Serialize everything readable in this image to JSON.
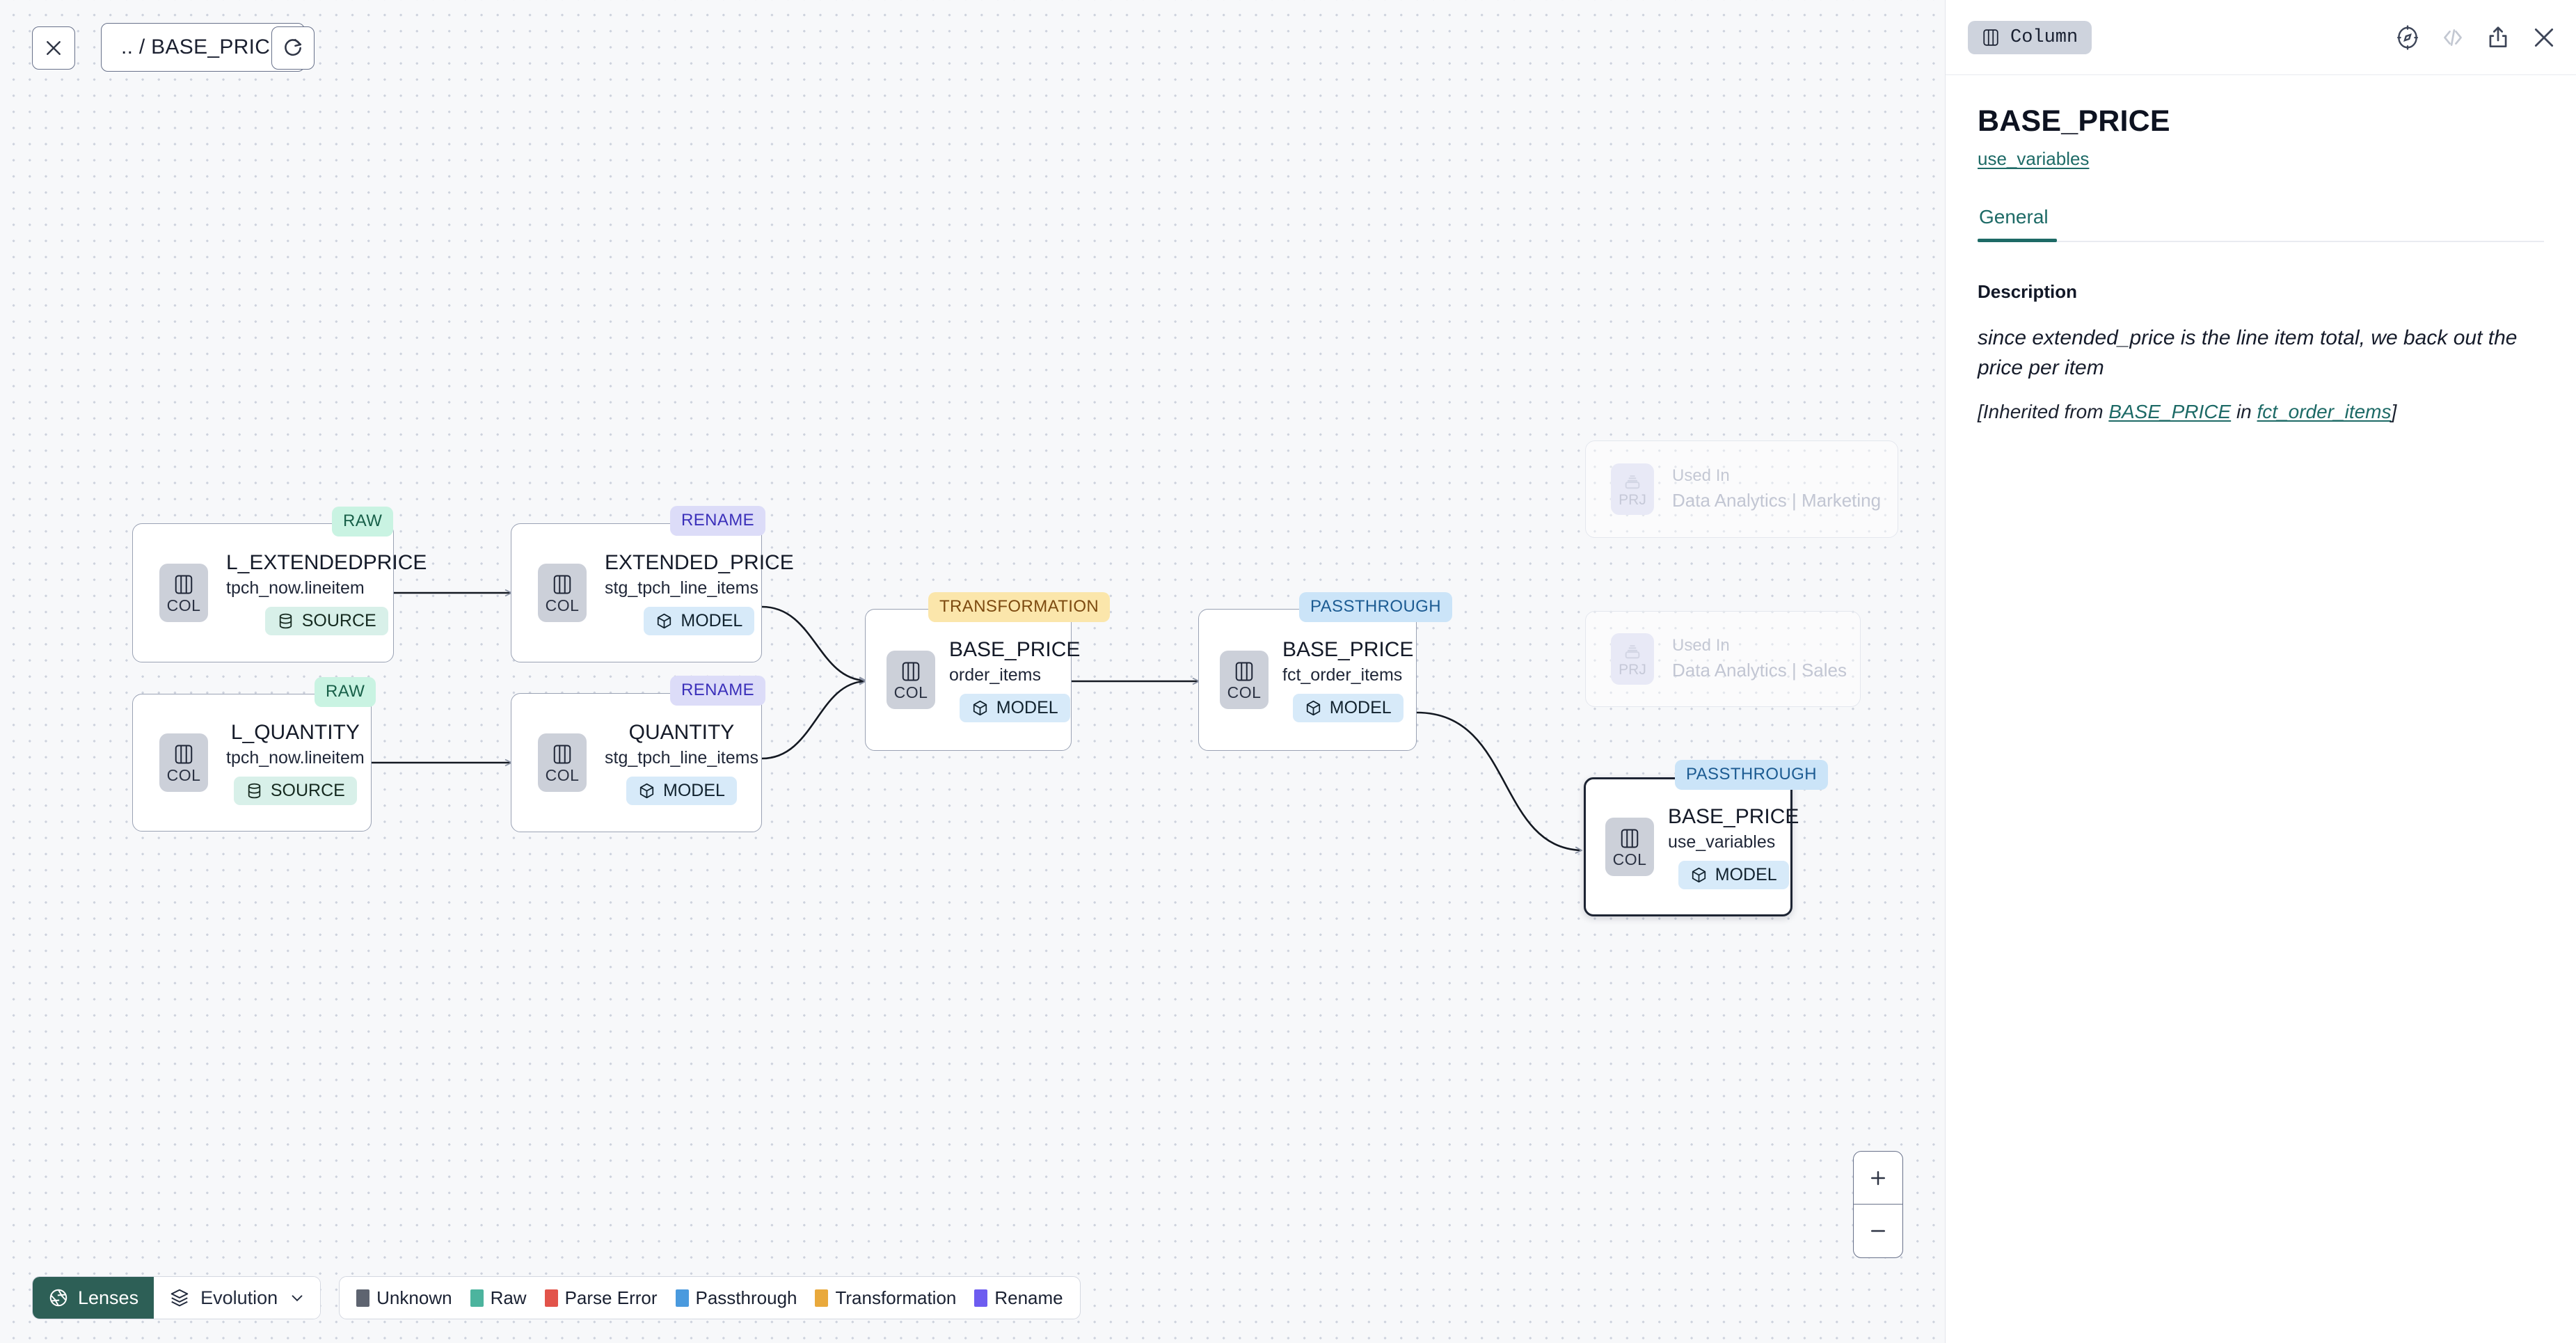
{
  "canvas": {
    "breadcrumb": ".. / BASE_PRICE",
    "close_label": "close-canvas",
    "refresh_label": "refresh",
    "nodes": [
      {
        "id": "l_extendedprice",
        "title": "L_EXTENDEDPRICE",
        "subtitle": "tpch_now.lineitem",
        "kind": "COL",
        "materialization": "SOURCE",
        "lens_tag": "RAW",
        "selected": false
      },
      {
        "id": "l_quantity",
        "title": "L_QUANTITY",
        "subtitle": "tpch_now.lineitem",
        "kind": "COL",
        "materialization": "SOURCE",
        "lens_tag": "RAW",
        "selected": false
      },
      {
        "id": "extended_price",
        "title": "EXTENDED_PRICE",
        "subtitle": "stg_tpch_line_items",
        "kind": "COL",
        "materialization": "MODEL",
        "lens_tag": "RENAME",
        "selected": false
      },
      {
        "id": "quantity",
        "title": "QUANTITY",
        "subtitle": "stg_tpch_line_items",
        "kind": "COL",
        "materialization": "MODEL",
        "lens_tag": "RENAME",
        "selected": false
      },
      {
        "id": "base_price_order_items",
        "title": "BASE_PRICE",
        "subtitle": "order_items",
        "kind": "COL",
        "materialization": "MODEL",
        "lens_tag": "TRANSFORMATION",
        "selected": false
      },
      {
        "id": "base_price_fct",
        "title": "BASE_PRICE",
        "subtitle": "fct_order_items",
        "kind": "COL",
        "materialization": "MODEL",
        "lens_tag": "PASSTHROUGH",
        "selected": false
      },
      {
        "id": "base_price_use_variables",
        "title": "BASE_PRICE",
        "subtitle": "use_variables",
        "kind": "COL",
        "materialization": "MODEL",
        "lens_tag": "PASSTHROUGH",
        "selected": true
      }
    ],
    "ghost_nodes": [
      {
        "id": "used-in-marketing",
        "kind": "PRJ",
        "used_in_label": "Used In",
        "name": "Data Analytics | Marketing"
      },
      {
        "id": "used-in-sales",
        "kind": "PRJ",
        "used_in_label": "Used In",
        "name": "Data Analytics | Sales"
      }
    ]
  },
  "toolbar": {
    "lenses_label": "Lenses",
    "evolution_label": "Evolution",
    "legend": [
      {
        "label": "Unknown",
        "color": "#5e6470"
      },
      {
        "label": "Raw",
        "color": "#4cb49e"
      },
      {
        "label": "Parse Error",
        "color": "#e2534a"
      },
      {
        "label": "Passthrough",
        "color": "#4a9ade"
      },
      {
        "label": "Transformation",
        "color": "#e9a93c"
      },
      {
        "label": "Rename",
        "color": "#6d5cf0"
      }
    ]
  },
  "zoom_controls": {
    "zoom_in_label": "+",
    "zoom_out_label": "−"
  },
  "panel": {
    "type_badge": "Column",
    "title": "BASE_PRICE",
    "parent_link": "use_variables",
    "tabs": [
      {
        "label": "General",
        "active": true
      }
    ],
    "description_label": "Description",
    "description_text": "since extended_price is the line item total, we back out the price per item",
    "inherited": {
      "prefix": "[Inherited from ",
      "column_link": "BASE_PRICE",
      "middle": " in ",
      "model_link": "fct_order_items",
      "suffix": "]"
    },
    "actions": [
      {
        "name": "explore-icon"
      },
      {
        "name": "code-icon"
      },
      {
        "name": "share-icon"
      },
      {
        "name": "close-icon"
      }
    ]
  },
  "colors": {
    "canvas_bg": "#f7f8fa",
    "accent_teal": "#1d6a66",
    "lenses_bg": "#2d5f56",
    "selected_node_border": "#1d2433"
  }
}
